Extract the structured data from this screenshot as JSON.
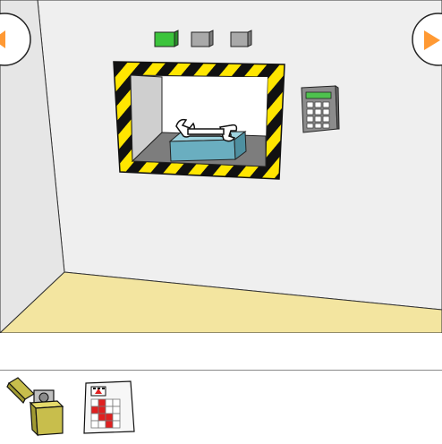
{
  "room": {
    "view": "wall-with-hatch",
    "wall_color": "#efefef",
    "floor_color": "#f3e5a0",
    "indicator_lights": [
      "on",
      "off",
      "off"
    ],
    "indicator_colors": {
      "on": "#3cc43c",
      "off": "#a9a9a9"
    },
    "hazard_colors": [
      "#ffe600",
      "#111111"
    ],
    "hatch_item": "wrench",
    "keypad_screen_color": "#4ec24e"
  },
  "nav": {
    "left_arrow": "arrow-left-icon",
    "right_arrow": "arrow-right-icon",
    "arrow_color": "#ff9933"
  },
  "message": {
    "text": ""
  },
  "inventory": {
    "items": [
      {
        "name": "lighter",
        "icon": "lighter-icon",
        "selected": false
      },
      {
        "name": "grid-note",
        "icon": "grid-note-icon",
        "selected": false
      }
    ]
  }
}
